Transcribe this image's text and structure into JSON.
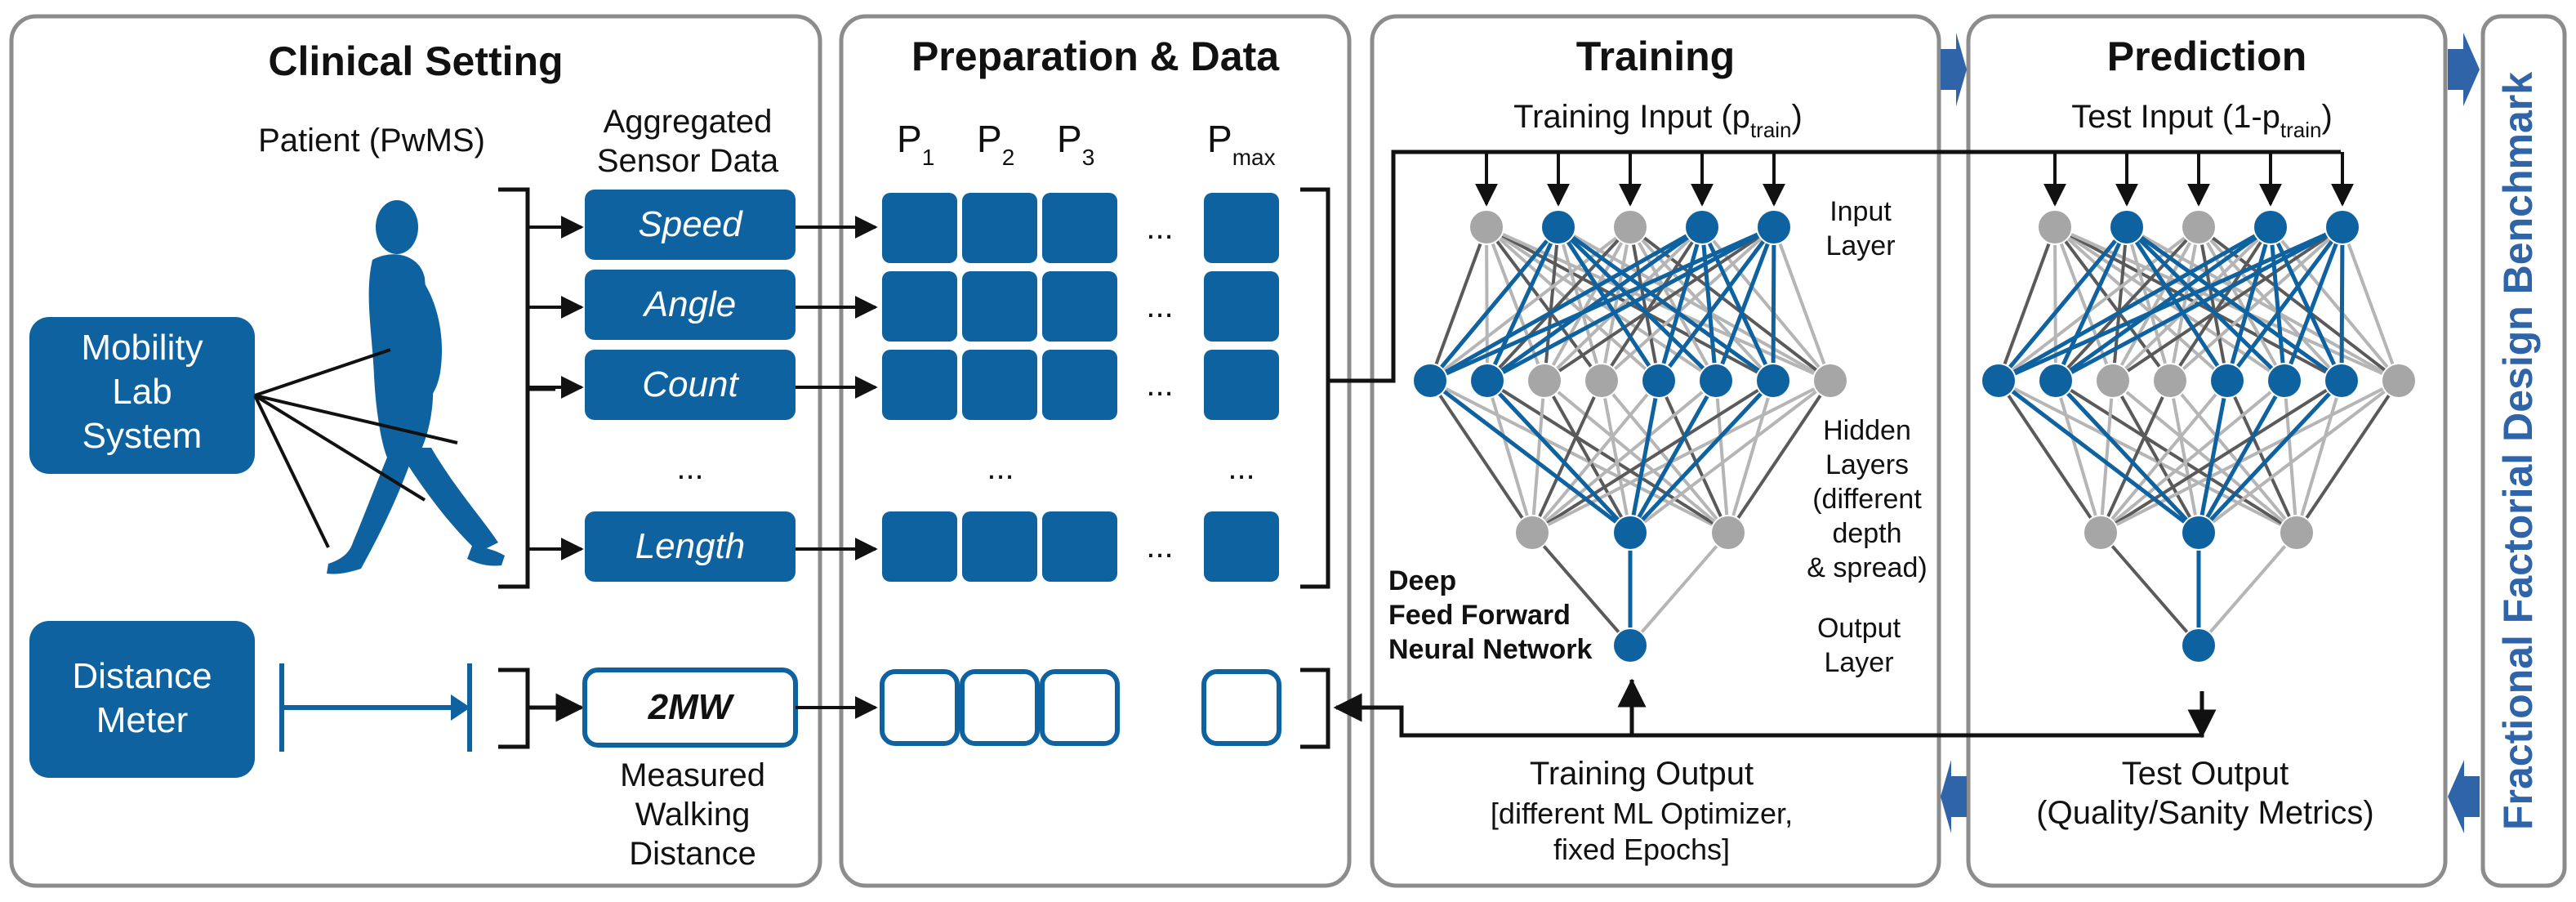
{
  "colors": {
    "blue": "#0f62a0",
    "gray_node": "#a6a6a6",
    "panel_border": "#8c8c8c",
    "text": "#111111",
    "background": "#ffffff"
  },
  "panels": {
    "clinical": {
      "title": "Clinical Setting"
    },
    "preparation": {
      "title": "Preparation & Data"
    },
    "training": {
      "title": "Training"
    },
    "prediction": {
      "title": "Prediction"
    },
    "benchmark": {
      "title": "Fractional Factorial Design Benchmark"
    }
  },
  "clinical": {
    "patient_label": "Patient (PwMS)",
    "mobility_lab": [
      "Mobility",
      "Lab",
      "System"
    ],
    "distance_meter": [
      "Distance",
      "Meter"
    ],
    "aggregated_label": [
      "Aggregated",
      "Sensor Data"
    ],
    "sensor_features": [
      "Speed",
      "Angle",
      "Count",
      "Length"
    ],
    "ellipsis": "...",
    "target_feature": "2MW",
    "target_label": [
      "Measured",
      "Walking",
      "Distance"
    ]
  },
  "preparation": {
    "patients": [
      {
        "base": "P",
        "sub": "1"
      },
      {
        "base": "P",
        "sub": "2"
      },
      {
        "base": "P",
        "sub": "3"
      },
      {
        "base": "P",
        "sub": "max"
      }
    ],
    "ellipsis": "..."
  },
  "training": {
    "input_label": {
      "base": "Training Input (p",
      "sub": "train",
      "end": ")"
    },
    "input_layer_label": [
      "Input",
      "Layer"
    ],
    "hidden_layers_label": [
      "Hidden",
      "Layers",
      "(different",
      "depth",
      "& spread)"
    ],
    "output_layer_label": [
      "Output",
      "Layer"
    ],
    "network_label": [
      "Deep",
      "Feed Forward",
      "Neural Network"
    ],
    "output_label": [
      "Training Output",
      "[different ML Optimizer,",
      "fixed Epochs]"
    ]
  },
  "prediction": {
    "input_label": {
      "base": "Test Input (1-p",
      "sub": "train",
      "end": ")"
    },
    "output_label": [
      "Test Output",
      "(Quality/Sanity Metrics)"
    ]
  },
  "network": {
    "input_active": [
      false,
      true,
      false,
      true,
      true
    ],
    "hidden1_active": [
      true,
      true,
      false,
      false,
      true,
      true,
      true,
      false
    ],
    "hidden2_active": [
      false,
      true,
      false
    ]
  }
}
